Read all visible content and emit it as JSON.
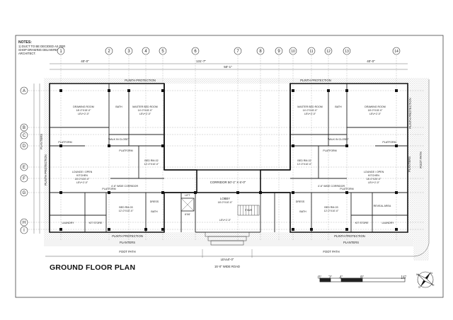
{
  "sheet": {
    "notes": {
      "heading": "NOTES:",
      "body": "1) DUCT TO BE DECIDED AS PER SHOP DRAWING DELIVERED TO ARCHITECT."
    },
    "title": "GROUND FLOOR PLAN",
    "road_label": "15'-0\" WIDE ROAD",
    "scale_bar": {
      "labels": [
        "0'",
        "2'",
        "4'",
        "8'",
        "16'"
      ]
    },
    "north_arrow": {
      "letters": [
        "N",
        "S",
        "E",
        "W"
      ]
    },
    "grid_columns": [
      "1",
      "2",
      "3",
      "4",
      "5",
      "6",
      "7",
      "8",
      "9",
      "10",
      "11",
      "12",
      "13",
      "14"
    ],
    "grid_rows": [
      "A",
      "B",
      "C",
      "D",
      "E",
      "F",
      "G",
      "H",
      "I"
    ],
    "overall_dims": {
      "left_top": "40'-0\"",
      "center_top": "50'-1\"",
      "center_top2": "131'-7\"",
      "right_top": "40'-0\""
    },
    "rooms": {
      "drawing_left": [
        "DRAWING ROOM",
        "18'-0\"X15'-0\"",
        "LEV+2'-0\""
      ],
      "master_left": [
        "MASTER BED ROOM",
        "14'-0\"X15'-0\"",
        "LEV+2'-0\""
      ],
      "master_right": [
        "MASTER BED ROOM",
        "14'-0\"X15'-0\"",
        "LEV+2'-0\""
      ],
      "drawing_right": [
        "DRAWING ROOM",
        "18'-0\"X15'-0\"",
        "LEV+2'-0\""
      ],
      "lounge_left": [
        "LOUNGE / OPEN",
        "KITCHEN",
        "18'-0\"X20'-0\"",
        "LEV+2'-0\""
      ],
      "lounge_right": [
        "LOUNGE / OPEN",
        "KITCHEN",
        "18'-0\"X20'-0\"",
        "LEV+2'-0\""
      ],
      "bed2_left": [
        "BED RM-02",
        "12'-0\"X10'-0\""
      ],
      "bed2_right": [
        "BED RM-02",
        "12'-0\"X10'-0\""
      ],
      "bed3_left": [
        "BED RM-03",
        "12'-0\"X10'-0\""
      ],
      "bed3_right": [
        "BED RM-03",
        "12'-0\"X10'-0\""
      ],
      "corridor": "CORRIDOR 50'-1\" X 6'-0\"",
      "lift": [
        "LIFT",
        "6'X6'"
      ],
      "lobby": [
        "LOBBY",
        "18'-0\"X10'-0\"",
        "LEV+2'-0\""
      ],
      "wide_corr_left": "4'-6\" WIDE CORRIDOR",
      "wide_corr_right": "4'-6\" WIDE CORRIDOR",
      "laundry_left": "LAUNDRY",
      "laundry_right": "LAUNDRY",
      "kit_store_left": "KIT STORE",
      "kit_store_right": "KIT STORE",
      "dress_left": "DRESS",
      "dress_right": "DRESS",
      "bath": "BATH",
      "walk_in_closet": "WALK IN CLOSET",
      "platform": "PLATFORM",
      "store_stair": "STAIR",
      "reveal_area": "REVEAL AREA"
    },
    "labels": {
      "plinth_protection": "PLINTH PROTECTION",
      "planters": "PLANTERS",
      "foot_path": "FOOT PATH",
      "lev_entry": "LEV±0'-0\""
    }
  }
}
